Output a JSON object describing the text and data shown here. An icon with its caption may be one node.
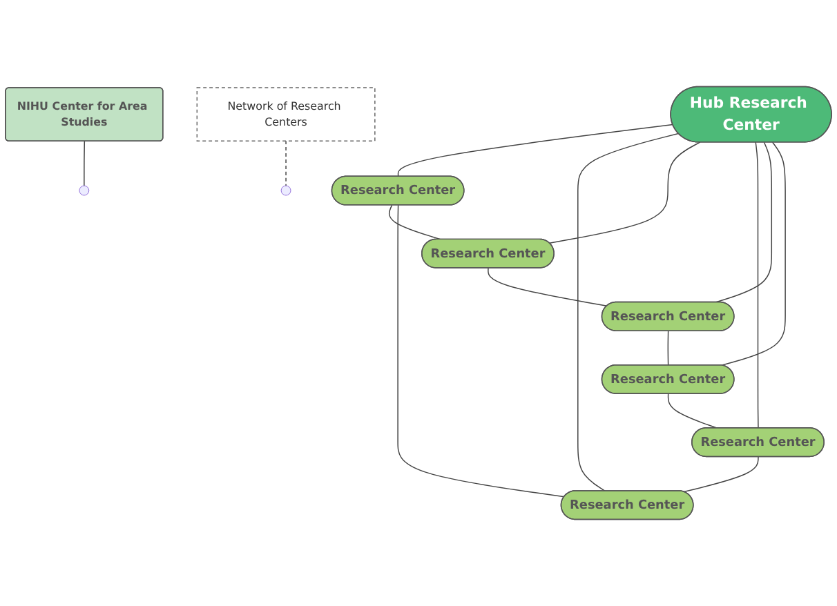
{
  "diagram": {
    "nodes": [
      {
        "text": [
          "NIHU Center for Area Studies"
        ]
      },
      {
        "text": [
          "Research Center"
        ]
      },
      {
        "text": [
          "Research Center"
        ]
      },
      {
        "text": [
          "Research Center"
        ]
      },
      {
        "text": [
          "Hub Research Center"
        ]
      },
      {
        "text": [
          "Research Center"
        ]
      },
      {
        "text": [
          "Research Center"
        ]
      },
      {
        "text": [
          "Research Center"
        ]
      },
      {
        "text": [
          "Network of Research Centers"
        ]
      }
    ],
    "edges": [
      {
        "from": 2,
        "to": 1,
        "arrow": "none"
      },
      {
        "from": 1,
        "to": 3,
        "arrow": "none"
      },
      {
        "from": 3,
        "to": 6,
        "arrow": "none"
      },
      {
        "from": 6,
        "to": 7,
        "arrow": "none"
      },
      {
        "from": 7,
        "to": 5,
        "arrow": "none"
      },
      {
        "from": 5,
        "to": 2,
        "arrow": "none"
      },
      {
        "from": 4,
        "to": 1,
        "arrow": "none"
      },
      {
        "from": 4,
        "to": 2,
        "arrow": "none"
      },
      {
        "from": 4,
        "to": 3,
        "arrow": "none"
      },
      {
        "from": 4,
        "to": 5,
        "arrow": "none"
      },
      {
        "from": 4,
        "to": 6,
        "arrow": "none"
      },
      {
        "from": 4,
        "to": 7,
        "arrow": "none"
      },
      {
        "from": 0,
        "to": null,
        "arrow": "none"
      },
      {
        "from": 8,
        "to": null,
        "arrow": "none",
        "style": "dashed"
      }
    ]
  }
}
